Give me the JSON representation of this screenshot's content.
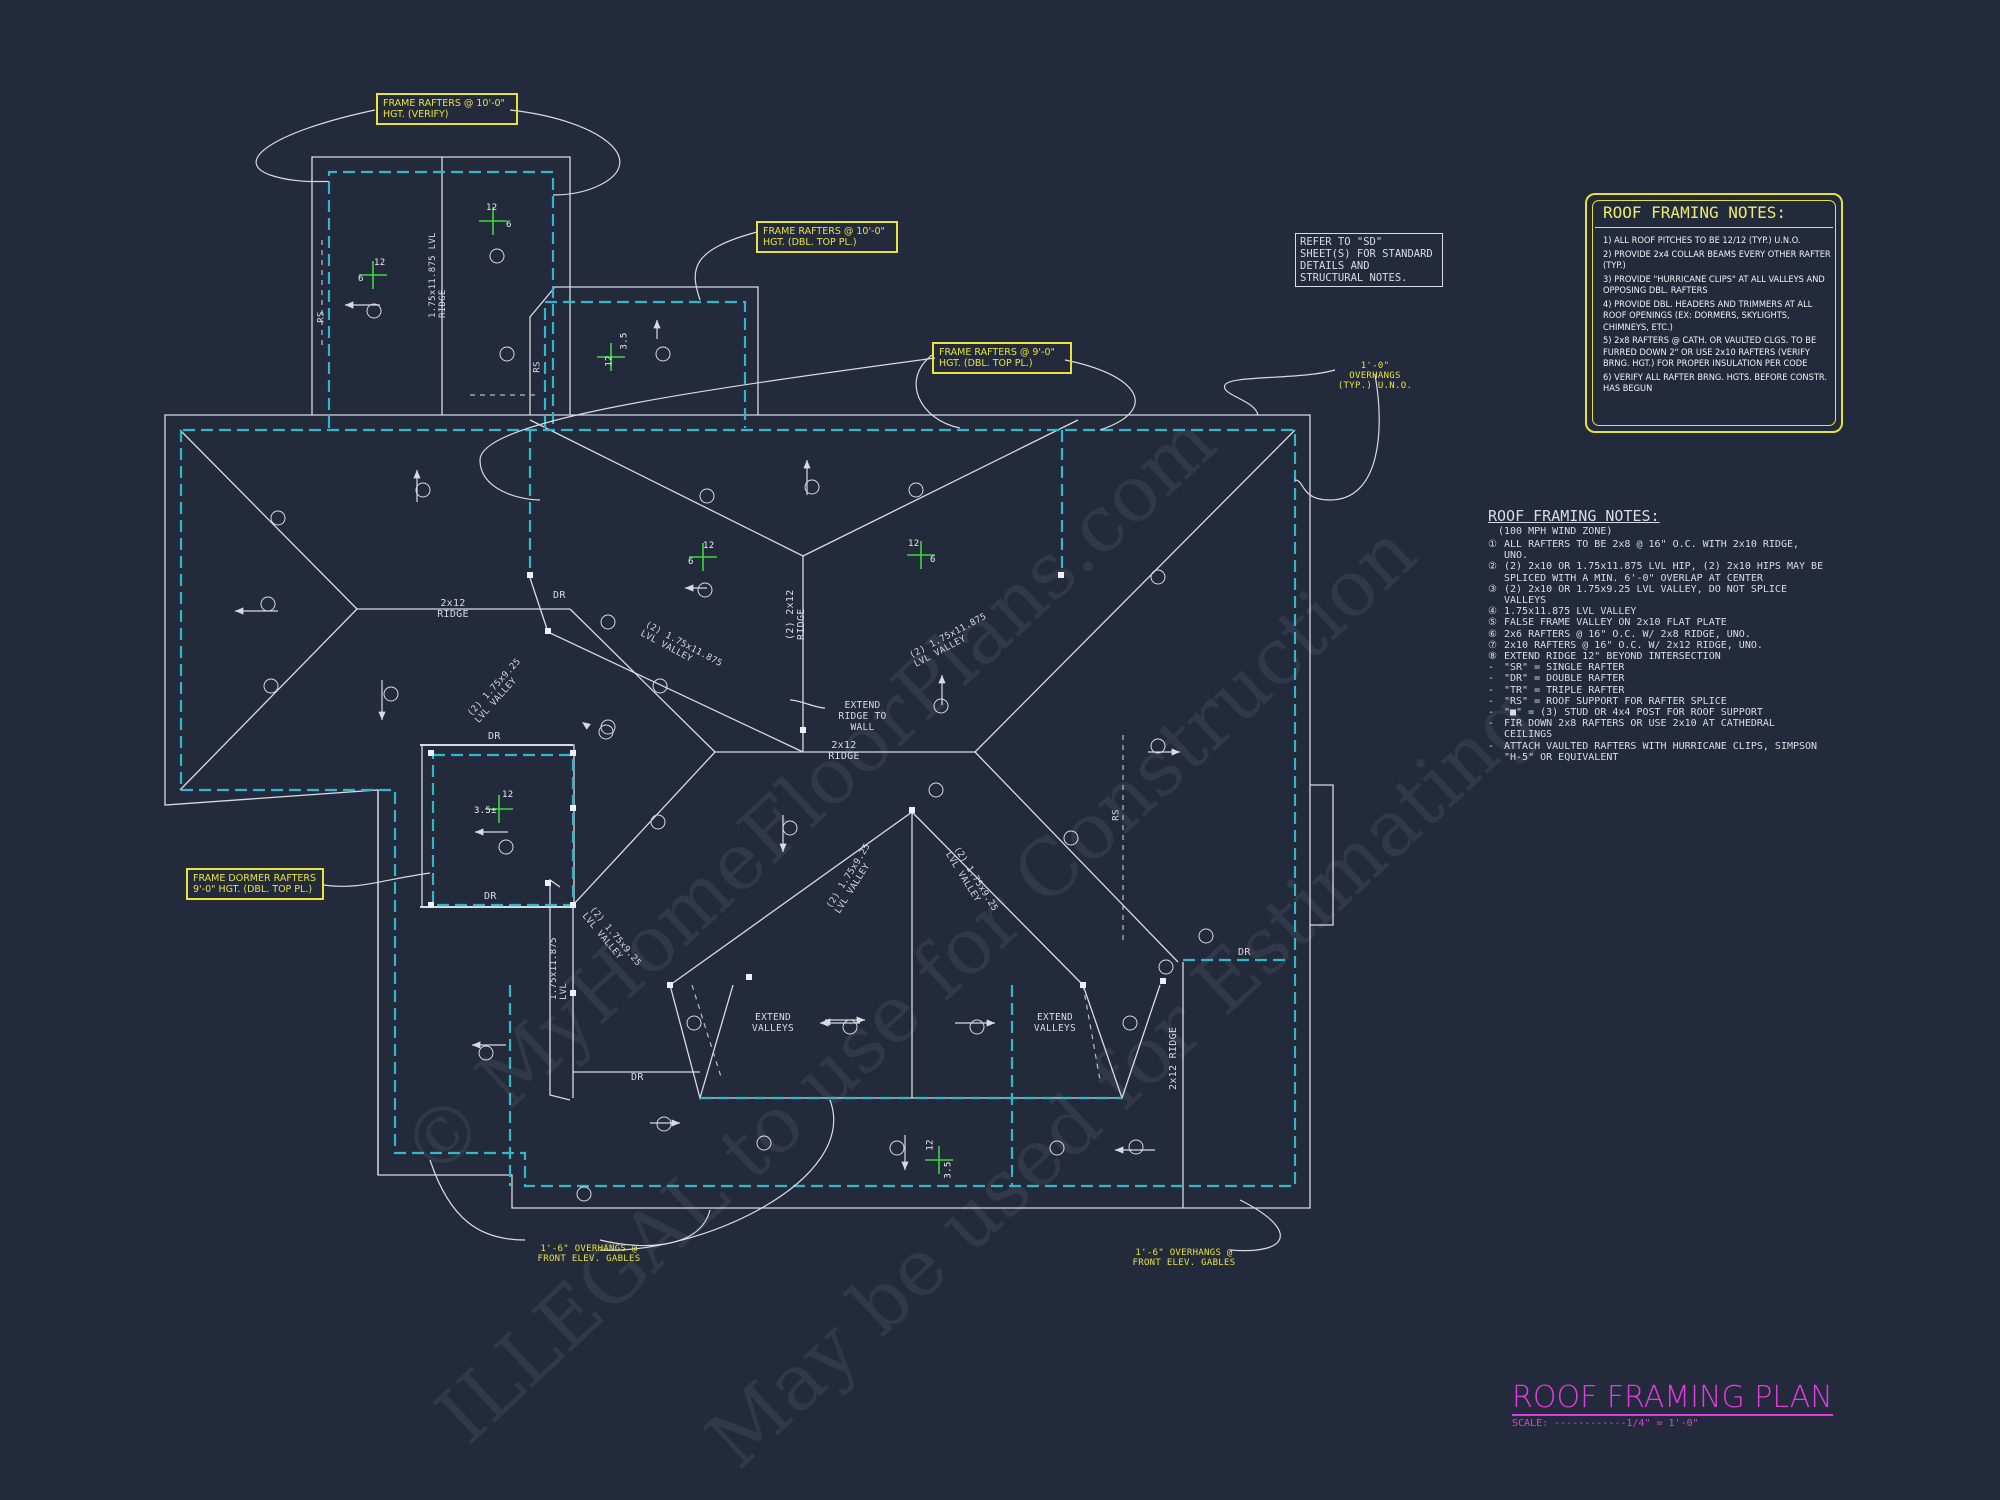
{
  "colors": {
    "background": "#232a3c",
    "lines": "#d8dbe3",
    "dashed_wall": "#2fb8c9",
    "callout_yellow": "#e8e33c",
    "title_magenta": "#e23ce0",
    "pitch_green": "#3cd83c"
  },
  "watermark": {
    "line1": "© MyHomeFloorPlans.com",
    "line2": "ILLEGAL to use for Construction",
    "line3": "May be used for Estimating"
  },
  "callouts": {
    "rafters_top": "FRAME RAFTERS @ 10'-0\" HGT. (VERIFY)",
    "rafters_mid": "FRAME RAFTERS @ 10'-0\" HGT. (DBL. TOP PL.)",
    "rafters_9": "FRAME RAFTERS @ 9'-0\" HGT. (DBL. TOP PL.)",
    "dormer": "FRAME DORMER RAFTERS 9'-0\" HGT. (DBL. TOP PL.)",
    "refer_sd": "REFER TO \"SD\" SHEET(S) FOR STANDARD DETAILS AND STRUCTURAL NOTES.",
    "overhang_typ": "1'-0\" OVERHANGS (TYP.) U.N.O.",
    "overhang_left": "1'-6\" OVERHANGS @ FRONT ELEV. GABLES",
    "overhang_right": "1'-6\" OVERHANGS @ FRONT ELEV. GABLES"
  },
  "plan_labels": {
    "ridge_left": "2x12 RIDGE",
    "ridge_center": "2x12 RIDGE",
    "ridge_vertical": "(2) 2x12 RIDGE",
    "ridge_right_vertical": "2x12 RIDGE",
    "lvl_ridge_top": "1.75x11.875 LVL RIDGE",
    "valley_1": "(2) 1.75x11.875 LVL VALLEY",
    "valley_2": "(2) 1.75x11.875 LVL VALLEY",
    "valley_3": "(2) 1.75x9.25 LVL VALLEY",
    "valley_4": "(2) 1.75x9.25 LVL VALLEY",
    "valley_5": "(2) 1.75x9.25 LVL VALLEY",
    "valley_6": "(2) 1.75x9.25 LVL VALLEY",
    "lvl_left_vertical": "1.75x11.875 LVL",
    "extend_ridge": "EXTEND RIDGE TO WALL",
    "extend_valleys_left": "EXTEND VALLEYS",
    "extend_valleys_right": "EXTEND VALLEYS",
    "dr": "DR",
    "rs": "RS",
    "pitch_12": "12",
    "pitch_6": "6",
    "pitch_35": "3.5",
    "pitch_35_tilde": "3.5±"
  },
  "notes_panel": {
    "title": "ROOF FRAMING NOTES:",
    "items": [
      "1) ALL ROOF PITCHES TO BE 12/12 (TYP.) U.N.O.",
      "2) PROVIDE 2x4 COLLAR BEAMS EVERY OTHER RAFTER (TYP.)",
      "3) PROVIDE \"HURRICANE CLIPS\" AT ALL VALLEYS AND OPPOSING DBL. RAFTERS",
      "4) PROVIDE DBL. HEADERS AND TRIMMERS AT ALL ROOF OPENINGS (EX: DORMERS, SKYLIGHTS, CHIMNEYS, ETC.)",
      "5) 2x8 RAFTERS @ CATH. OR VAULTED CLGS. TO BE FURRED DOWN 2\" OR USE 2x10 RAFTERS (VERIFY BRNG. HGT.) FOR PROPER INSULATION PER CODE",
      "6) VERIFY ALL RAFTER BRNG. HGTS. BEFORE CONSTR. HAS BEGUN"
    ]
  },
  "notes_list": {
    "title": "ROOF FRAMING NOTES:",
    "subtitle": "(100 MPH WIND ZONE)",
    "items": [
      {
        "marker": "①",
        "text": "ALL RAFTERS TO BE 2x8 @ 16\" O.C. WITH 2x10 RIDGE, UNO."
      },
      {
        "marker": "②",
        "text": "(2) 2x10 OR 1.75x11.875 LVL HIP, (2) 2x10 HIPS MAY BE SPLICED WITH A MIN. 6'-0\" OVERLAP AT CENTER"
      },
      {
        "marker": "③",
        "text": "(2) 2x10 OR 1.75x9.25 LVL VALLEY, DO NOT SPLICE VALLEYS"
      },
      {
        "marker": "④",
        "text": "1.75x11.875 LVL VALLEY"
      },
      {
        "marker": "⑤",
        "text": "FALSE FRAME VALLEY ON 2x10 FLAT PLATE"
      },
      {
        "marker": "⑥",
        "text": "2x6 RAFTERS @ 16\" O.C. W/ 2x8 RIDGE, UNO."
      },
      {
        "marker": "⑦",
        "text": "2x10 RAFTERS @ 16\" O.C. W/ 2x12 RIDGE, UNO."
      },
      {
        "marker": "⑧",
        "text": "EXTEND RIDGE 12\" BEYOND INTERSECTION"
      },
      {
        "marker": "-",
        "text": "\"SR\" = SINGLE RAFTER"
      },
      {
        "marker": "-",
        "text": "\"DR\" = DOUBLE RAFTER"
      },
      {
        "marker": "-",
        "text": "\"TR\" = TRIPLE RAFTER"
      },
      {
        "marker": "-",
        "text": "\"RS\" = ROOF SUPPORT FOR RAFTER SPLICE"
      },
      {
        "marker": "-",
        "text": "\"■\" = (3) STUD OR 4x4 POST FOR ROOF SUPPORT"
      },
      {
        "marker": "-",
        "text": "FIR DOWN 2x8 RAFTERS OR USE 2x10 AT CATHEDRAL CEILINGS"
      },
      {
        "marker": "-",
        "text": "ATTACH VAULTED RAFTERS WITH HURRICANE CLIPS, SIMPSON \"H-5\" OR EQUIVALENT"
      }
    ]
  },
  "title_block": {
    "title": "ROOF FRAMING PLAN",
    "scale": "SCALE: ------------1/4\" = 1'-0\""
  }
}
